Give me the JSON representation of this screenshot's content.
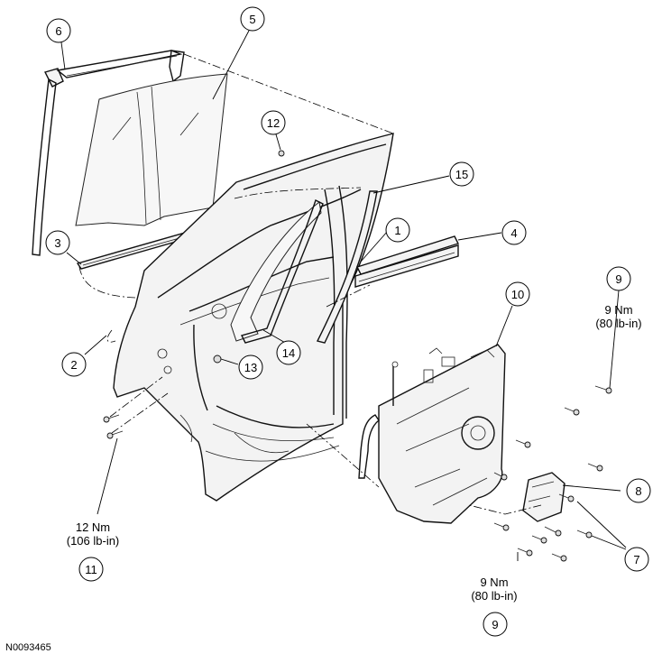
{
  "figure_id": "N0093465",
  "callouts": [
    {
      "id": "c1",
      "number": "1"
    },
    {
      "id": "c2",
      "number": "2"
    },
    {
      "id": "c3",
      "number": "3"
    },
    {
      "id": "c4",
      "number": "4"
    },
    {
      "id": "c5",
      "number": "5"
    },
    {
      "id": "c6",
      "number": "6"
    },
    {
      "id": "c7",
      "number": "7"
    },
    {
      "id": "c8",
      "number": "8"
    },
    {
      "id": "c9a",
      "number": "9"
    },
    {
      "id": "c9b",
      "number": "9"
    },
    {
      "id": "c10",
      "number": "10"
    },
    {
      "id": "c11",
      "number": "11"
    },
    {
      "id": "c12",
      "number": "12"
    },
    {
      "id": "c13",
      "number": "13"
    },
    {
      "id": "c14",
      "number": "14"
    },
    {
      "id": "c15",
      "number": "15"
    }
  ],
  "torque_specs": {
    "spec_9_top": {
      "nm": "9 Nm",
      "lbin": "(80 lb-in)"
    },
    "spec_9_bottom": {
      "nm": "9 Nm",
      "lbin": "(80 lb-in)"
    },
    "spec_11": {
      "nm": "12 Nm",
      "lbin": "(106 lb-in)"
    }
  }
}
